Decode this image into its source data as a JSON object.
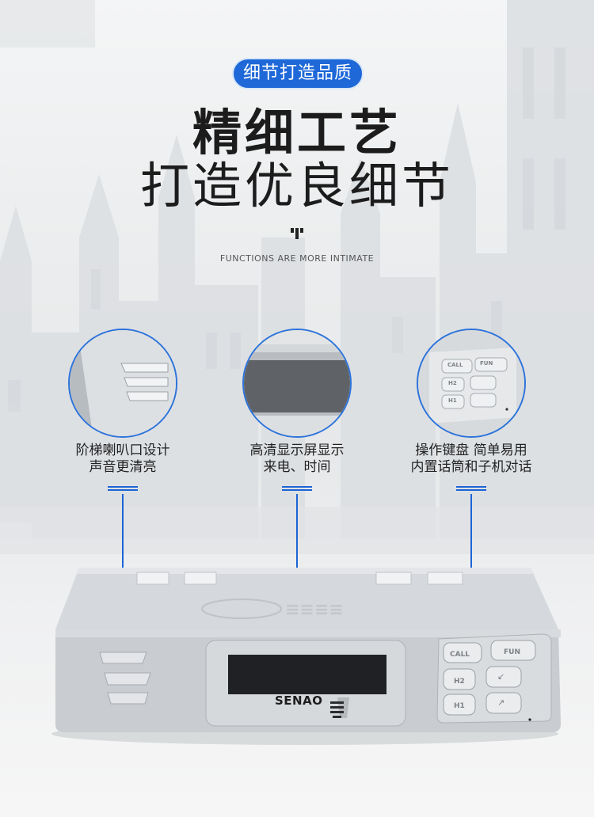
{
  "badge": "细节打造品质",
  "headline": {
    "line1": "精细工艺",
    "line2": "打造优良细节"
  },
  "subtitle": "FUNCTIONS ARE MORE INTIMATE",
  "features": [
    {
      "line1": "阶梯喇叭口设计",
      "line2": "声音更清亮"
    },
    {
      "line1": "高清显示屏显示",
      "line2": "来电、时间"
    },
    {
      "line1": "操作键盘 简单易用",
      "line2": "内置话筒和子机对话"
    }
  ],
  "device": {
    "brand": "SENAO",
    "keys": [
      "CALL",
      "FUN",
      "H2",
      "H1"
    ]
  },
  "colors": {
    "accent": "#1e68d8",
    "device": "#d0d3d7",
    "background": "#eceeef"
  }
}
